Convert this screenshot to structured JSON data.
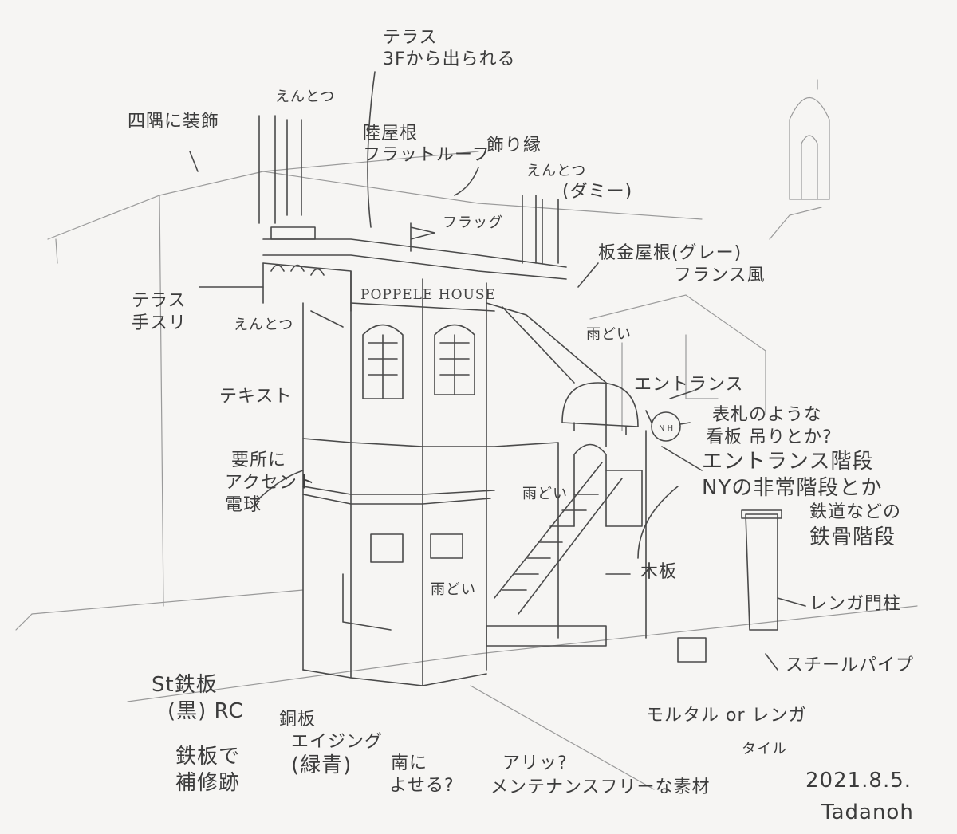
{
  "annotations": {
    "corner_decoration": "四隅に装飾",
    "chimney_top": "えんとつ",
    "terrace": "テラス",
    "terrace_from_3f": "3Fから出られる",
    "flat_roof": "陸屋根",
    "flat_roof_sub": "フラットルーフ",
    "cornice": "飾り縁",
    "chimney_dummy": "えんとつ",
    "chimney_dummy_sub": "(ダミー)",
    "flag": "フラッグ",
    "sheet_metal_roof": "板金屋根(グレー)",
    "sheet_metal_roof_sub": "フランス風",
    "terrace_rail": "テラス",
    "terrace_rail_sub": "手スリ",
    "chimney_mid": "えんとつ",
    "gutter_roof": "雨どい",
    "entrance": "エントランス",
    "text": "テキスト",
    "sign_note": "表札のような",
    "sign_note_sub": "看板 吊りとか?",
    "accent_note": "要所に",
    "accent_note_sub": "アクセント",
    "accent_note_sub2": "電球",
    "entrance_stairs": "エントランス階段",
    "entrance_stairs_sub": "NYの非常階段とか",
    "railway_note": "鉄道などの",
    "railway_note_sub": "鉄骨階段",
    "gutter_wall": "雨どい",
    "wood_board": "木板",
    "gutter_low": "雨どい",
    "brick_pillar": "レンガ門柱",
    "steel_pipe": "スチールパイプ",
    "steel_plate": "St鉄板",
    "steel_plate_sub": "(黒) RC",
    "mortar": "モルタル or レンガ",
    "mortar_sub": "タイル",
    "copper_plate": "銅板",
    "copper_plate_sub": "エイジング",
    "copper_plate_sub2": "(緑青)",
    "iron_plate": "鉄板で",
    "iron_plate_sub": "補修跡",
    "south": "南に",
    "south_sub": "よせる?",
    "material_note": "アリッ?",
    "material_note_sub": "メンテナンスフリーな素材",
    "date": "2021.8.5.",
    "signature": "Tadanoh"
  },
  "building_sign": "POPPELE HOUSE",
  "hanging_sign": "N H",
  "colors": {
    "paper": "#f6f5f3",
    "pencil": "#4a4a4a",
    "pencil_light": "#9a9a9a"
  }
}
